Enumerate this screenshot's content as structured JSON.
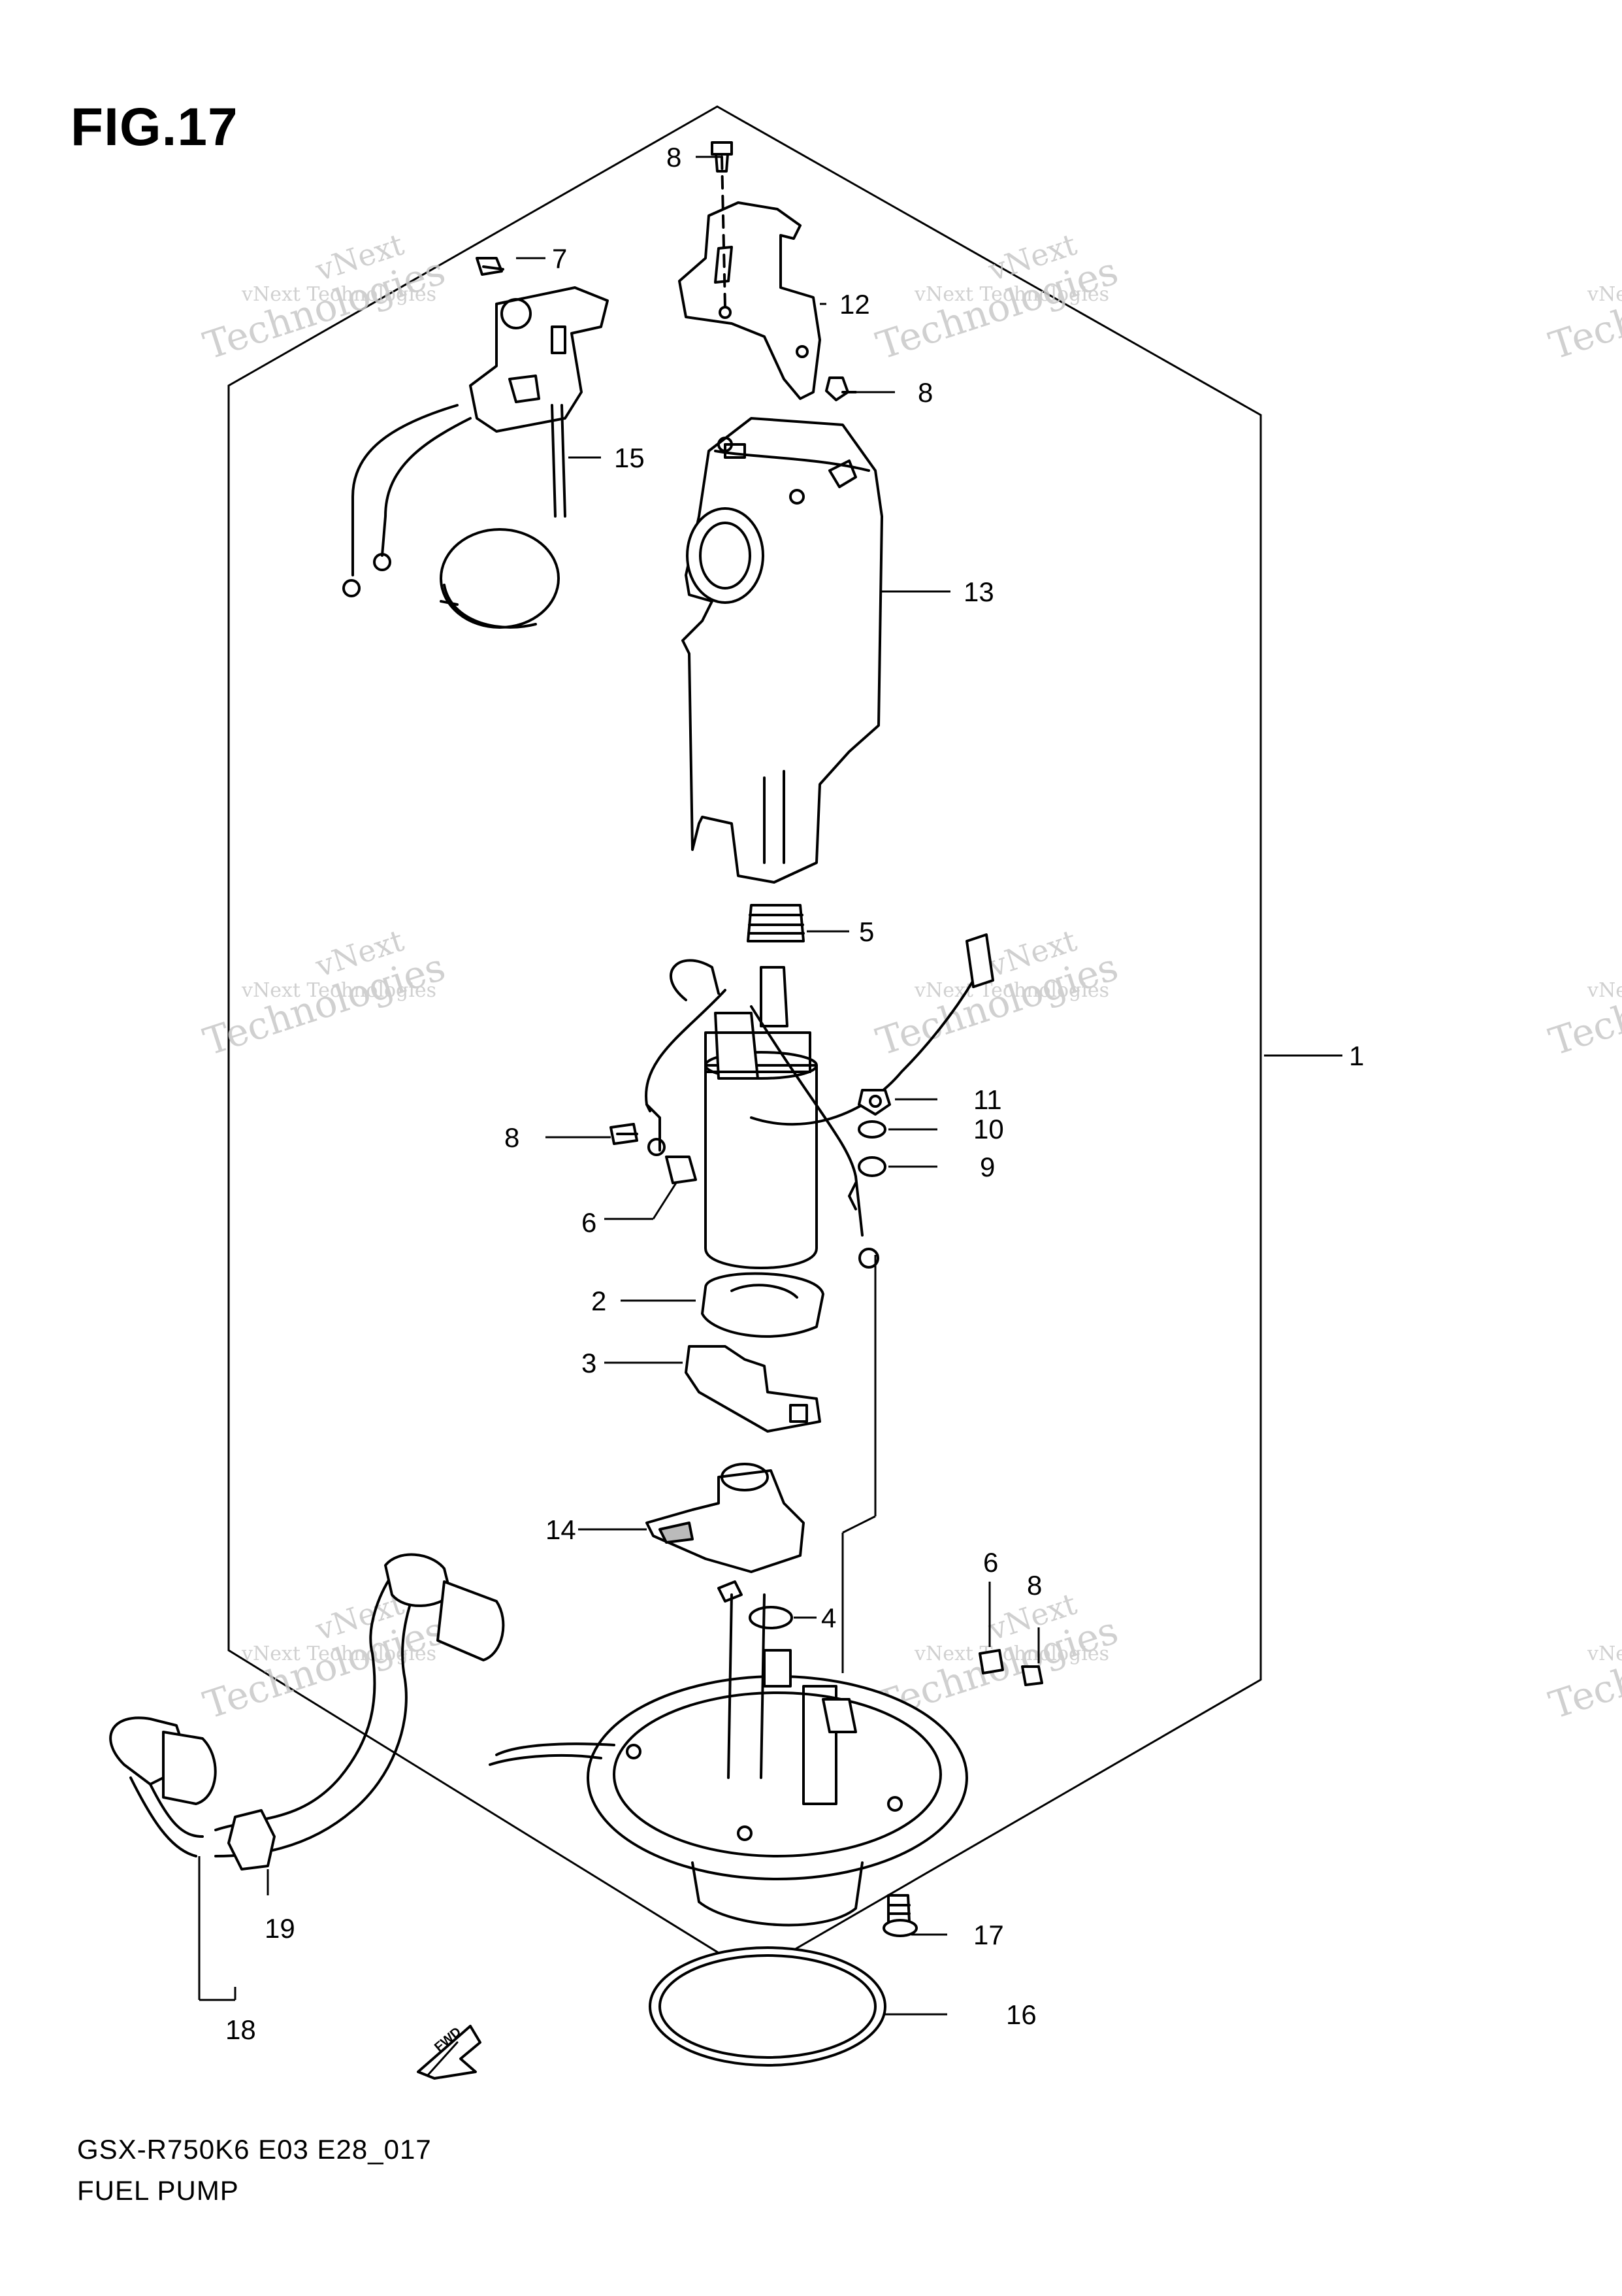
{
  "figure": {
    "title": "FIG.17",
    "model_code": "GSX-R750K6 E03 E28_017",
    "name": "FUEL PUMP",
    "fwd_label": "FWD"
  },
  "watermark": {
    "line1": "vNext Technologies",
    "line2": "vNext",
    "line3": "Technologies"
  },
  "callouts": [
    {
      "id": "c1",
      "label": "1"
    },
    {
      "id": "c2",
      "label": "2"
    },
    {
      "id": "c3",
      "label": "3"
    },
    {
      "id": "c4",
      "label": "4"
    },
    {
      "id": "c5",
      "label": "5"
    },
    {
      "id": "c6a",
      "label": "6"
    },
    {
      "id": "c6b",
      "label": "6"
    },
    {
      "id": "c7",
      "label": "7"
    },
    {
      "id": "c8a",
      "label": "8"
    },
    {
      "id": "c8b",
      "label": "8"
    },
    {
      "id": "c8c",
      "label": "8"
    },
    {
      "id": "c8d",
      "label": "8"
    },
    {
      "id": "c9",
      "label": "9"
    },
    {
      "id": "c10",
      "label": "10"
    },
    {
      "id": "c11",
      "label": "11"
    },
    {
      "id": "c12",
      "label": "12"
    },
    {
      "id": "c13",
      "label": "13"
    },
    {
      "id": "c14",
      "label": "14"
    },
    {
      "id": "c15",
      "label": "15"
    },
    {
      "id": "c16",
      "label": "16"
    },
    {
      "id": "c17",
      "label": "17"
    },
    {
      "id": "c18",
      "label": "18"
    },
    {
      "id": "c19",
      "label": "19"
    }
  ]
}
